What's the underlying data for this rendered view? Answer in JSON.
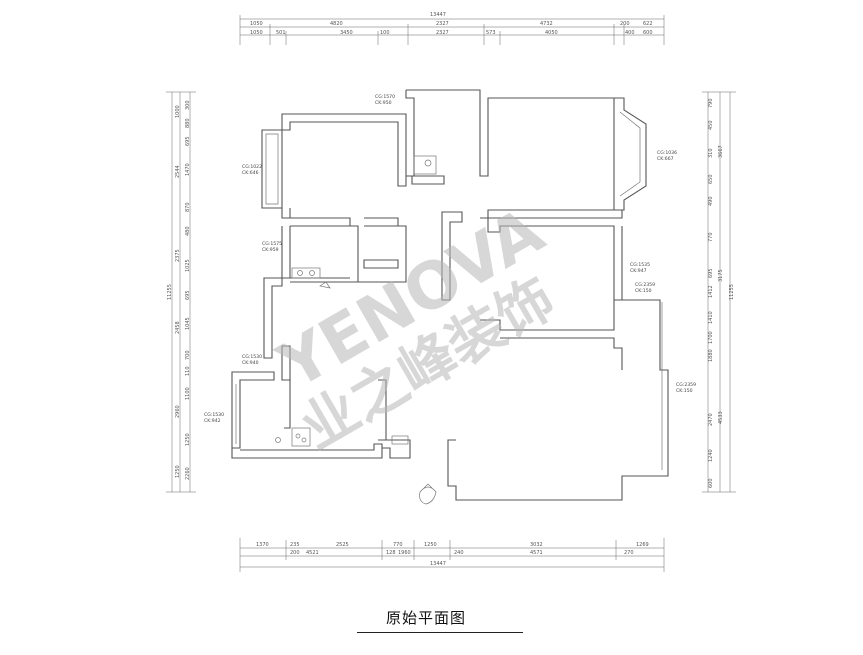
{
  "drawing": {
    "caption": "原始平面图",
    "watermark": {
      "latin": "YENOVA",
      "cjk": "业之峰装饰"
    },
    "dims": {
      "top_total": "13447",
      "top_row1": [
        "1050",
        "4820",
        "2327",
        "4732",
        "200",
        "622"
      ],
      "top_row2": [
        "1050",
        "501",
        "3450",
        "100",
        "2327",
        "573",
        "4050",
        "400",
        "600"
      ],
      "bottom_row1": [
        "1370",
        "235",
        "2525",
        "770",
        "1250",
        "3032",
        "1269"
      ],
      "bottom_row2": [
        "200",
        "4521",
        "128",
        "1960",
        "240",
        "4571",
        "270"
      ],
      "bottom_total": "13447",
      "left_row1": [
        "300",
        "880",
        "695",
        "1470",
        "870",
        "480",
        "1025",
        "695",
        "1045",
        "700",
        "110",
        "1100",
        "1250",
        "2260"
      ],
      "left_row2": [
        "1000",
        "2544",
        "2375",
        "2458",
        "2960",
        "1250"
      ],
      "left_total": "11255",
      "right_row1": [
        "790",
        "450",
        "310",
        "650",
        "490",
        "770",
        "695",
        "1412",
        "1410",
        "1700",
        "1880",
        "2470",
        "1240",
        "600"
      ],
      "right_row2": [
        "3667",
        "3175",
        "4533"
      ],
      "right_total": "11255"
    },
    "notes": {
      "n1": [
        "CG:1570",
        "CK:950"
      ],
      "n2": [
        "CG:1022",
        "CK:646"
      ],
      "n3": [
        "CG:1036",
        "CK:667"
      ],
      "n4": [
        "CG:1575",
        "CK:959"
      ],
      "n5": [
        "CG:1535",
        "CK:947"
      ],
      "n6": [
        "CG:2359",
        "CK:150"
      ],
      "n7": [
        "CG:1530",
        "CK:940"
      ],
      "n8": [
        "CG:2359",
        "CK:150"
      ],
      "n9": [
        "CG:1530",
        "CK:942"
      ]
    }
  }
}
